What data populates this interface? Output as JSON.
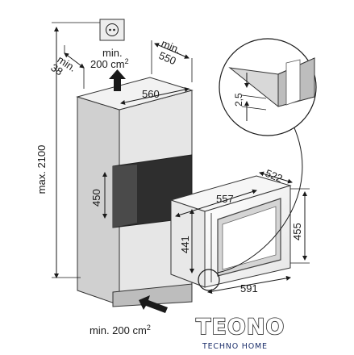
{
  "diagram": {
    "labels": {
      "height_max": "max. 2100",
      "vent_top_line1": "min.",
      "vent_top_line2": "200 cm",
      "vent_top_sup": "2",
      "depth_min_label": "min.",
      "depth_min_value": "550",
      "side_min_label": "min.",
      "side_min_value": "38",
      "niche_width": "560",
      "niche_height": "450",
      "gap": "2,5",
      "appliance_width": "557",
      "appliance_depth": "522",
      "appliance_height_left": "441",
      "appliance_height_right": "455",
      "appliance_front_width": "591",
      "vent_bottom": "min. 200 cm",
      "vent_bottom_sup": "2"
    },
    "icons": {
      "power_socket": "power-socket-icon",
      "airflow_up": "airflow-up-arrow-icon",
      "airflow_in": "airflow-in-arrow-icon",
      "detail_magnifier": "detail-circle-icon"
    }
  },
  "logo": {
    "brand": "TEONO",
    "tagline": "TECHNO HOME"
  }
}
